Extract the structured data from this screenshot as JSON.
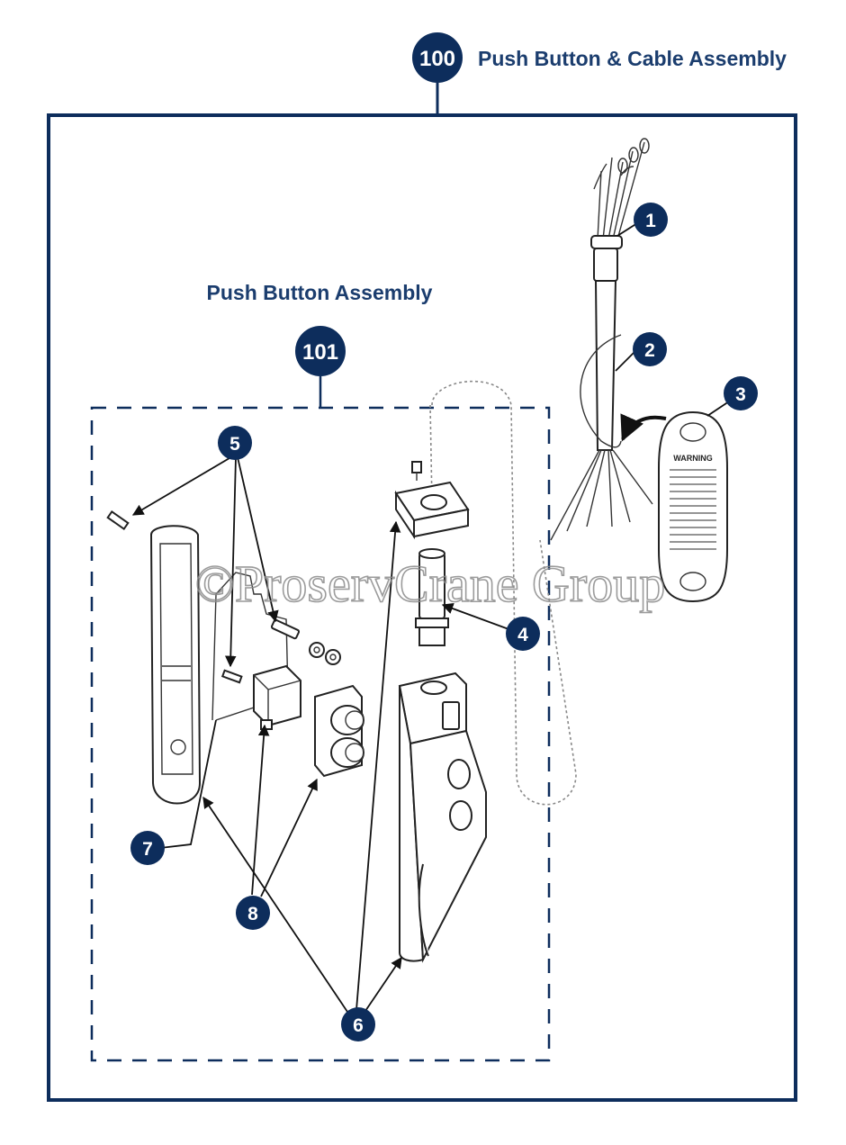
{
  "assembly": {
    "number": "100",
    "title": "Push Button & Cable Assembly"
  },
  "subassembly": {
    "number": "101",
    "title": "Push Button Assembly"
  },
  "callouts": [
    "1",
    "2",
    "3",
    "4",
    "5",
    "6",
    "7",
    "8"
  ],
  "warning_label": {
    "heading": "WARNING"
  },
  "watermark": "©ProservCrane Group",
  "colors": {
    "callout_fill": "#0d2d5c",
    "heading_text": "#1b3d6e",
    "frame": "#0d2d5c",
    "linework": "#222222"
  }
}
